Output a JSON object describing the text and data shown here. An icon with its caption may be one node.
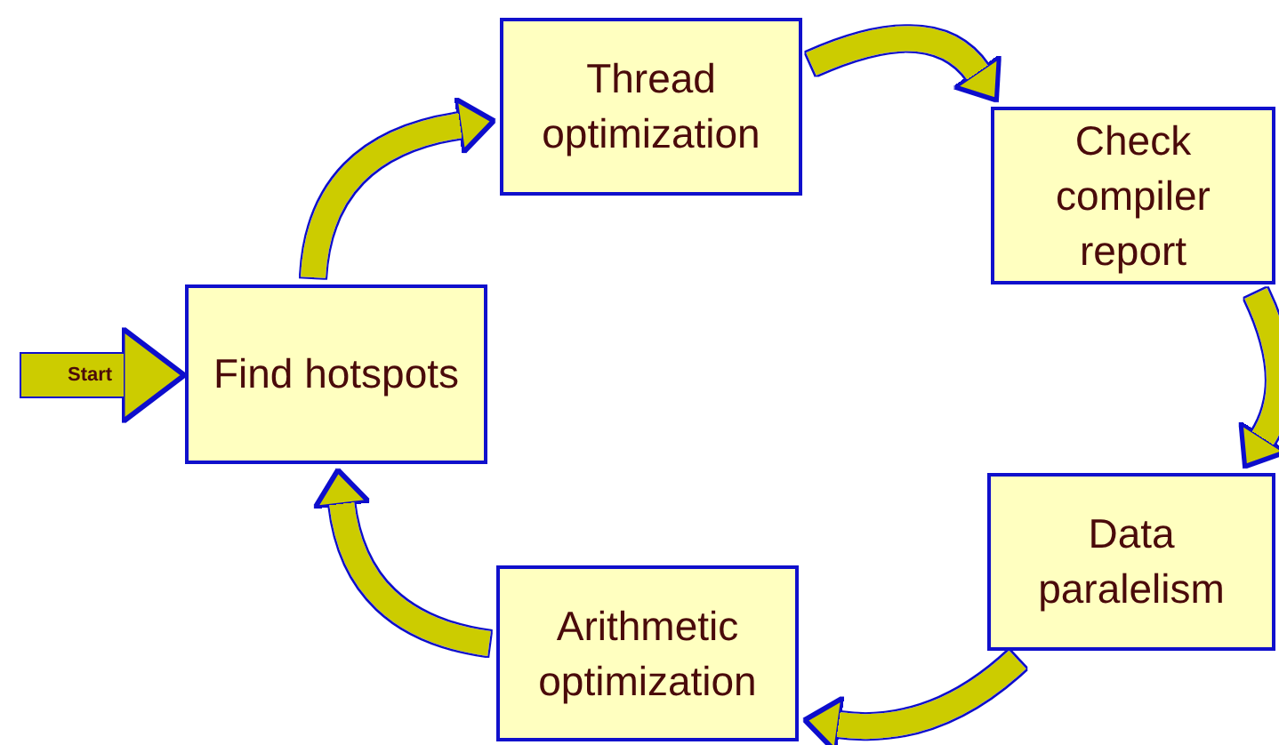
{
  "diagram": {
    "nodes": [
      {
        "text": [
          "Find hotspots"
        ]
      },
      {
        "text": [
          "Thread optimization"
        ]
      },
      {
        "text": [
          "Check compiler report"
        ]
      },
      {
        "text": [
          "Data paralelism"
        ]
      },
      {
        "text": [
          "Arithmetic optimization"
        ]
      }
    ],
    "edges": [
      {
        "from": null,
        "to": 0,
        "arrow": "to",
        "label": "Start"
      },
      {
        "from": 0,
        "to": 1,
        "arrow": "to"
      },
      {
        "from": 1,
        "to": 2,
        "arrow": "to"
      },
      {
        "from": 2,
        "to": 3,
        "arrow": "to"
      },
      {
        "from": 3,
        "to": 4,
        "arrow": "to"
      },
      {
        "from": 4,
        "to": 0,
        "arrow": "to"
      }
    ]
  }
}
